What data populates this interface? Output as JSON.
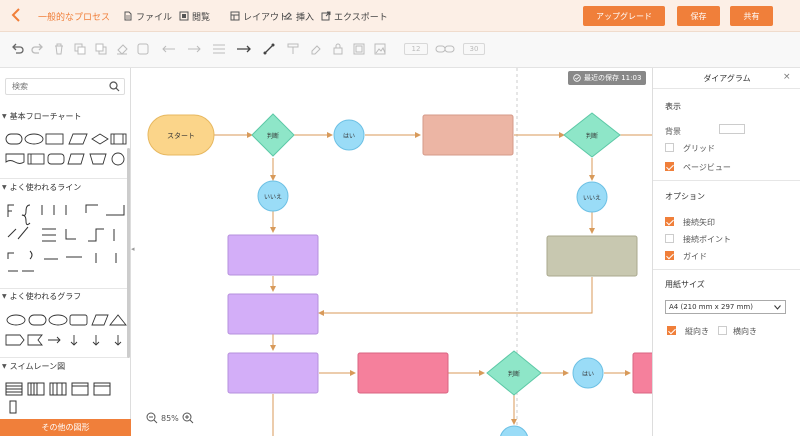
{
  "header": {
    "back_icon": "chevron-left-icon",
    "title": "一般的なプロセス",
    "menu": [
      {
        "label": "ファイル",
        "icon": "file-icon"
      },
      {
        "label": "閲覧",
        "icon": "view-icon"
      },
      {
        "label": "レイアウト",
        "icon": "layout-icon"
      },
      {
        "label": "挿入",
        "icon": "insert-icon"
      },
      {
        "label": "エクスポート",
        "icon": "export-icon"
      }
    ],
    "upgrade_label": "アップグレード",
    "save_label": "保存",
    "share_label": "共有",
    "accent_color": "#f07f3a"
  },
  "toolbar": {
    "font_size_value": "12",
    "line_width_value": "30"
  },
  "left_panel": {
    "search_placeholder": "検索",
    "sections": [
      {
        "title": "基本フローチャート"
      },
      {
        "title": "よく使われるライン"
      },
      {
        "title": "よく使われるグラフ"
      },
      {
        "title": "スイムレーン図"
      }
    ],
    "more_shapes_label": "その他の図形"
  },
  "canvas": {
    "saved_label": "最近の保存 11:03",
    "zoom_value": "85%",
    "nodes": {
      "start": "スタート",
      "decision1": "判断",
      "yes1": "はい",
      "decision2": "判断",
      "no1": "いいえ",
      "no2": "いいえ",
      "decision3": "判断",
      "yes2": "はい"
    },
    "colors": {
      "start": "#fbd58a",
      "decision": "#8ee6c8",
      "yes_no": "#9adcf7",
      "salmon": "#ecb5a4",
      "purple": "#d3aef8",
      "olive": "#c8c8b0",
      "pink": "#f5809c",
      "connector": "#d89a5a"
    }
  },
  "right_panel": {
    "title": "ダイアグラム",
    "display_heading": "表示",
    "background_label": "背景",
    "grid_label": "グリッド",
    "grid_checked": false,
    "page_view_label": "ページビュー",
    "page_view_checked": true,
    "options_heading": "オプション",
    "connection_arrow_label": "接続矢印",
    "connection_arrow_checked": true,
    "connection_point_label": "接続ポイント",
    "connection_point_checked": false,
    "guide_label": "ガイド",
    "guide_checked": true,
    "paper_heading": "用紙サイズ",
    "paper_value": "A4 (210 mm x 297 mm)",
    "portrait_label": "縦向き",
    "portrait_checked": true,
    "landscape_label": "横向き",
    "landscape_checked": false
  }
}
